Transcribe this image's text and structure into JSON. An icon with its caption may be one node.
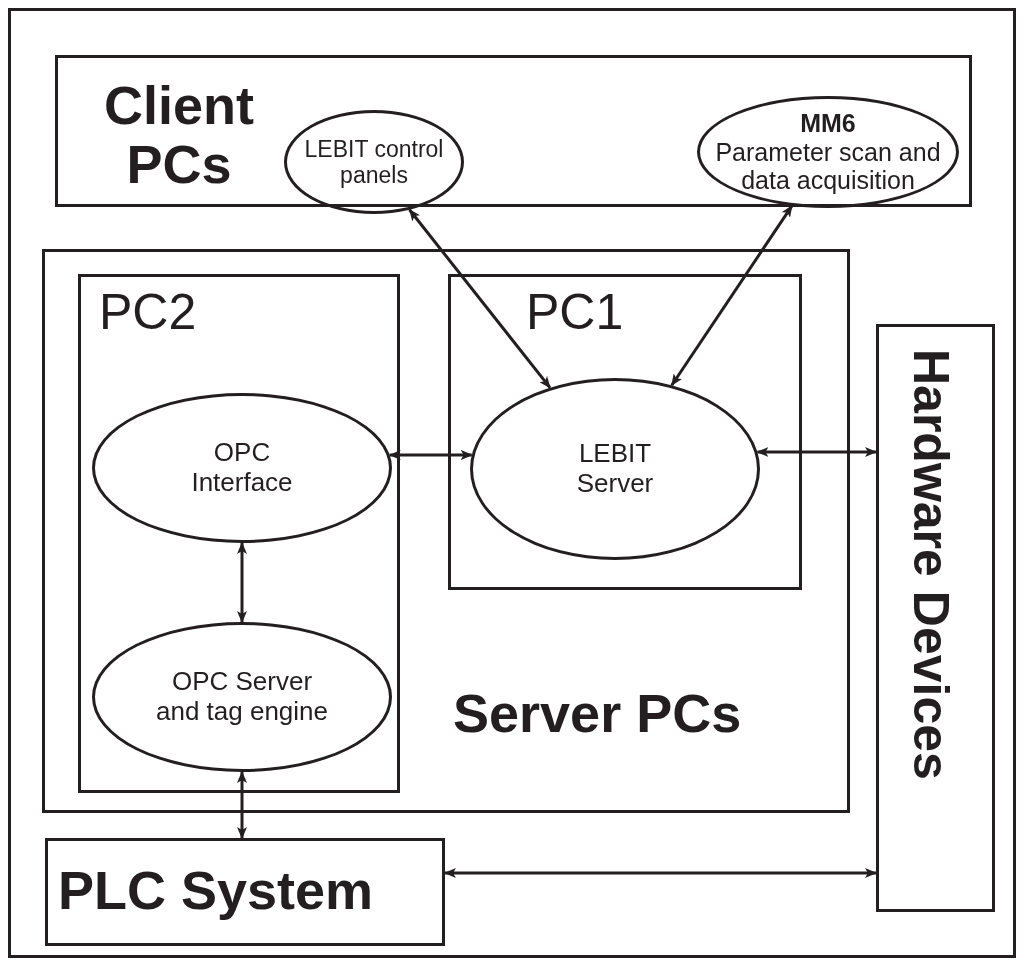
{
  "diagram": {
    "nodes": [
      {
        "text": [
          "Client PCs"
        ]
      },
      {
        "text": [
          "LEBIT control panels"
        ],
        "in": 0
      },
      {
        "text": [
          "MM6",
          "Parameter scan and data acquisition"
        ],
        "in": 0
      },
      {
        "text": [
          "Server PCs"
        ]
      },
      {
        "text": [
          "PC2"
        ],
        "in": 3
      },
      {
        "text": [
          "OPC Interface"
        ],
        "in": 4
      },
      {
        "text": [
          "OPC Server and tag engine"
        ],
        "in": 4
      },
      {
        "text": [
          "PC1"
        ],
        "in": 3
      },
      {
        "text": [
          "LEBIT Server"
        ],
        "in": 7
      },
      {
        "text": [
          "Hardware Devices"
        ]
      },
      {
        "text": [
          "PLC System"
        ]
      }
    ],
    "edges": [
      {
        "from": 1,
        "to": 8,
        "arrow": "both"
      },
      {
        "from": 2,
        "to": 8,
        "arrow": "both"
      },
      {
        "from": 5,
        "to": 8,
        "arrow": "both"
      },
      {
        "from": 8,
        "to": 9,
        "arrow": "both"
      },
      {
        "from": 5,
        "to": 6,
        "arrow": "both"
      },
      {
        "from": 6,
        "to": 10,
        "arrow": "both"
      },
      {
        "from": 10,
        "to": 9,
        "arrow": "both"
      }
    ]
  }
}
